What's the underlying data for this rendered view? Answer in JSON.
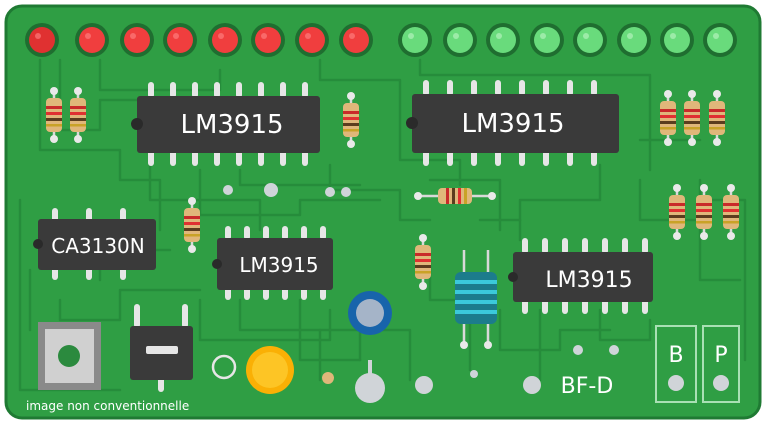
{
  "board": {
    "colors": {
      "pcb": "#2f9e44",
      "pcb_edge": "#1f7a33",
      "trace": "#248a3a",
      "chip": "#3a3a3a",
      "pin": "#e6e6e6",
      "led_red": "#e03131",
      "led_green": "#51cf66",
      "silkscreen": "#ffffff"
    },
    "leds": {
      "red_count": 8,
      "green_count": 8
    },
    "chips": [
      {
        "label": "LM3915"
      },
      {
        "label": "LM3915"
      },
      {
        "label": "CA3130N"
      },
      {
        "label": "LM3915"
      },
      {
        "label": "LM3915"
      }
    ],
    "silkscreen": {
      "model": "BF-D",
      "pad_b": "B",
      "pad_p": "P"
    },
    "caption": "image non conventionnelle",
    "icons": [
      "push-button",
      "slide-switch",
      "potentiometer-knob",
      "electrolytic-capacitor",
      "inductor"
    ]
  }
}
